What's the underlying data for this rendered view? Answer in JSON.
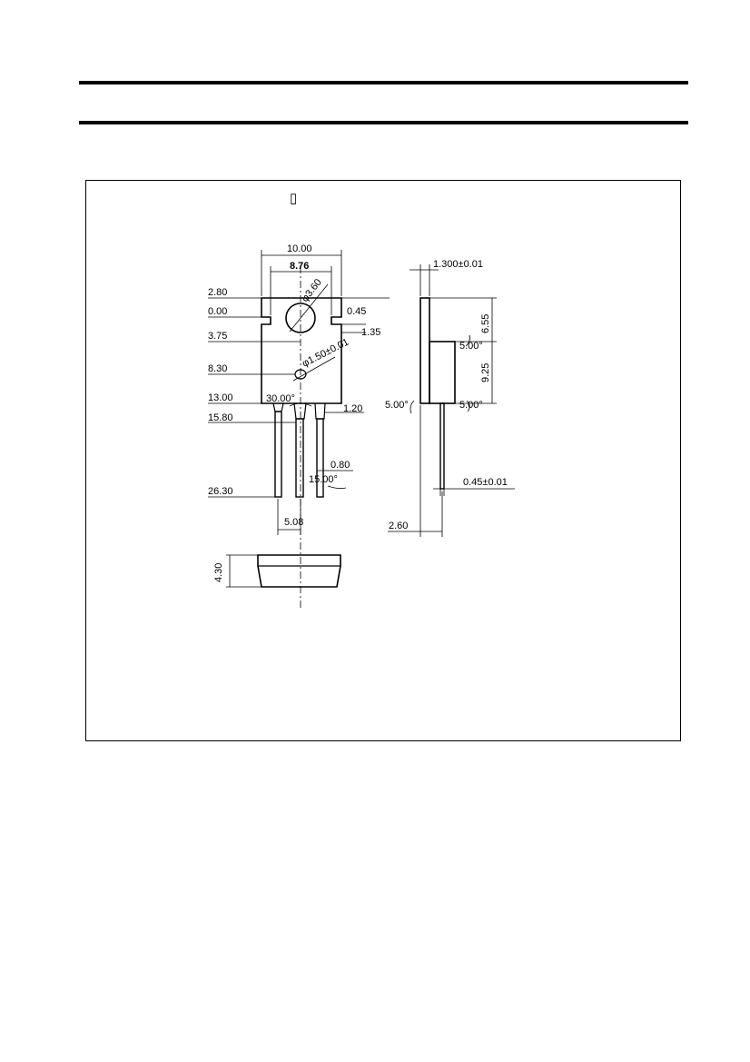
{
  "page": {
    "placeholder_glyph": "▯"
  },
  "dimensions": {
    "overall_width": "10.00",
    "tab_width": "8.76",
    "hole_diameter": "φ3.60",
    "y_2_80": "2.80",
    "y_0_00": "0.00",
    "notch_045": "0.45",
    "notch_135": "1.35",
    "y_3_75": "3.75",
    "pin_mark": "φ1.50±0.01",
    "y_8_30": "8.30",
    "y_13_00": "13.00",
    "angle_30": "30.00°",
    "lead_width": "1.20",
    "y_15_80": "15.80",
    "lead_thickness": "0.80",
    "angle_15": "15.00°",
    "y_26_30": "26.30",
    "pitch": "5.08",
    "body_height_bottom": "4.30",
    "side_tab_thickness": "1.300±0.01",
    "side_6_55": "6.55",
    "side_angle_a": "5.00°",
    "side_9_25": "9.25",
    "side_angle_left": "5.00°",
    "side_angle_b": "5.00°",
    "side_lead": "0.45±0.01",
    "side_2_60": "2.60"
  }
}
